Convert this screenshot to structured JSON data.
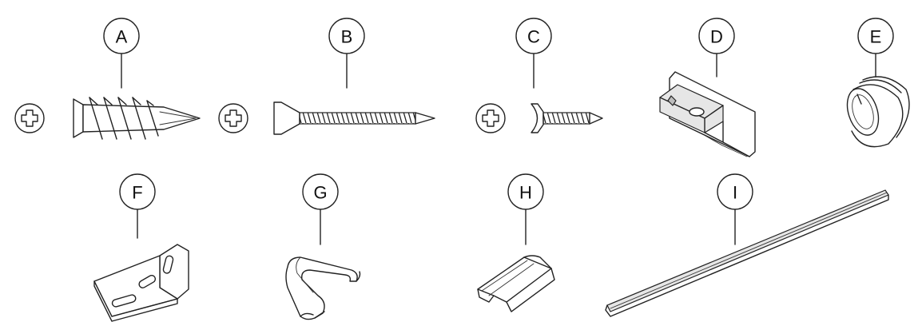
{
  "parts": [
    {
      "key": "screw-anchor",
      "label": "A",
      "has_head_icon": true
    },
    {
      "key": "long-screw",
      "label": "B",
      "has_head_icon": true
    },
    {
      "key": "short-screw",
      "label": "C",
      "has_head_icon": true
    },
    {
      "key": "mounting-bracket-box",
      "label": "D",
      "has_head_icon": false
    },
    {
      "key": "end-cap",
      "label": "E",
      "has_head_icon": false
    },
    {
      "key": "angle-bracket",
      "label": "F",
      "has_head_icon": false
    },
    {
      "key": "hook-clip",
      "label": "G",
      "has_head_icon": false
    },
    {
      "key": "channel-clip",
      "label": "H",
      "has_head_icon": false
    },
    {
      "key": "rod",
      "label": "I",
      "has_head_icon": false
    }
  ]
}
